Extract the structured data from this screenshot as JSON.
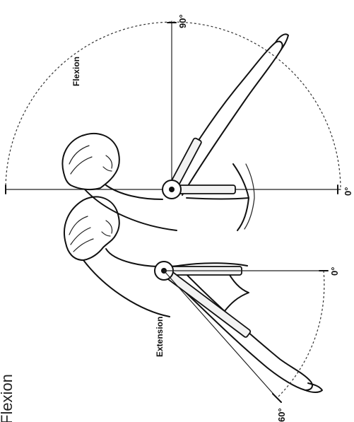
{
  "labels": {
    "caption_partial": "Flexion",
    "extension": "Extension",
    "flexion": "Flexion",
    "ext_zero": "0°",
    "ext_sixty": "60°",
    "flex_zero": "0°",
    "flex_ninety": "90°"
  }
}
